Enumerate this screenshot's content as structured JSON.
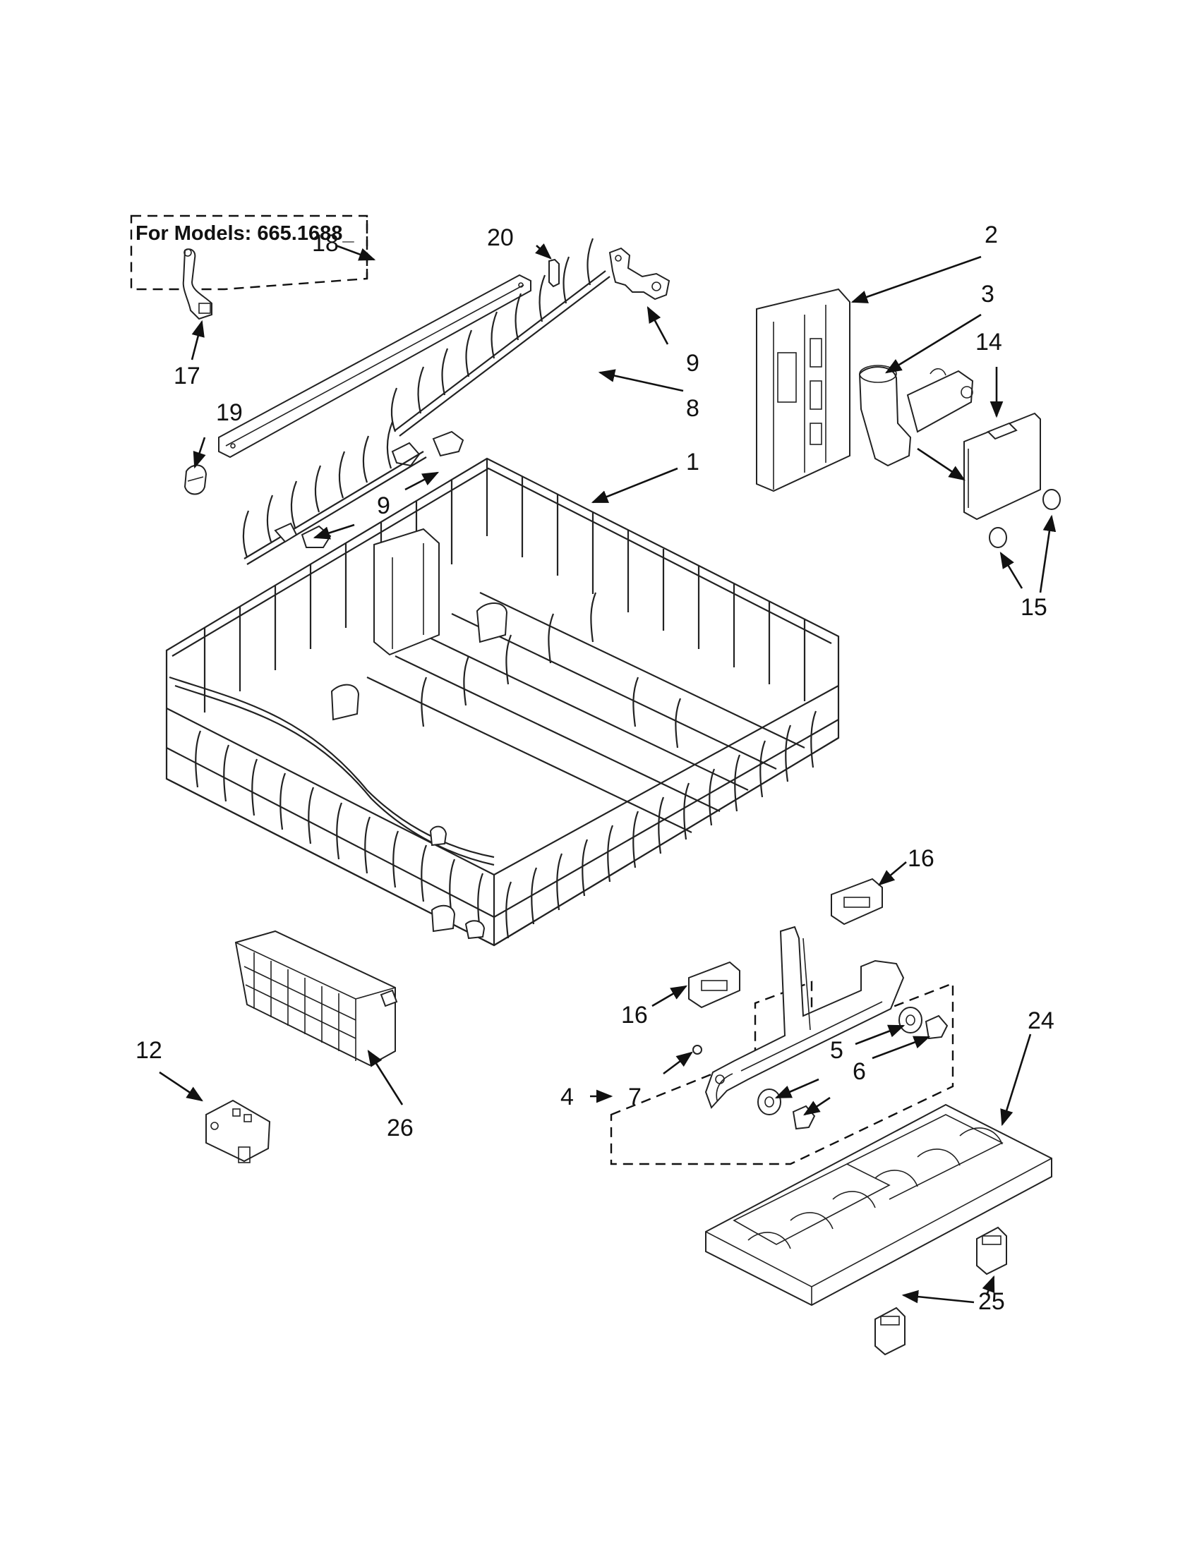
{
  "diagram": {
    "model_box_label": "For Models: 665.1688_",
    "callouts": {
      "c1": "1",
      "c2": "2",
      "c3": "3",
      "c4": "4",
      "c5": "5",
      "c6": "6",
      "c7": "7",
      "c8": "8",
      "c9a": "9",
      "c9b": "9",
      "c12": "12",
      "c14": "14",
      "c15": "15",
      "c16a": "16",
      "c16b": "16",
      "c17": "17",
      "c18": "18",
      "c19": "19",
      "c20": "20",
      "c24": "24",
      "c25": "25",
      "c26": "26"
    }
  }
}
